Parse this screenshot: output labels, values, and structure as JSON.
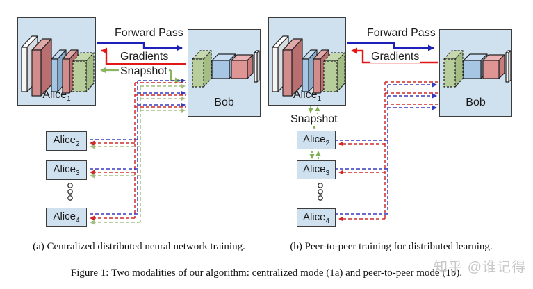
{
  "panels": [
    {
      "caption": "(a) Centralized distributed neural network training.",
      "alice1": {
        "base": "Alice",
        "sub": "1"
      },
      "bob_label": "Bob",
      "arrow_labels": {
        "forward": "Forward Pass",
        "gradients": "Gradients",
        "snapshot": "Snapshot"
      },
      "alice2": {
        "base": "Alice",
        "sub": "2"
      },
      "alice3": {
        "base": "Alice",
        "sub": "3"
      },
      "alice4": {
        "base": "Alice",
        "sub": "4"
      }
    },
    {
      "caption": "(b) Peer-to-peer training for distributed learning.",
      "alice1": {
        "base": "Alice",
        "sub": "1"
      },
      "bob_label": "Bob",
      "arrow_labels": {
        "forward": "Forward Pass",
        "gradients": "Gradients",
        "snapshot": "Snapshot"
      },
      "alice2": {
        "base": "Alice",
        "sub": "2"
      },
      "alice3": {
        "base": "Alice",
        "sub": "3"
      },
      "alice4": {
        "base": "Alice",
        "sub": "4"
      }
    }
  ],
  "figure_caption": "Figure 1: Two modalities of our algorithm: centralized mode (1a) and peer-to-peer mode (1b).",
  "watermark": "知乎 @谁记得",
  "icons": {
    "alice_network": "layer-stack-icon",
    "bob_network": "cnn-blocks-icon",
    "ellipsis": "vertical-dots-icon"
  },
  "colors": {
    "box_fill": "#cfe0ef",
    "box_border": "#3c3c3c",
    "forward_blue": "#1f1fba",
    "gradient_red": "#e11616",
    "snapshot_green": "#8ab45f",
    "dashed_blue": "#3838c0",
    "dashed_red": "#cf2b2b",
    "dashed_green": "#a4bd83",
    "layer_red": "#d28c8c",
    "layer_blue": "#a6c6e3",
    "layer_green": "#b7cd9c",
    "watermark_gray": "#c8c8c8"
  }
}
